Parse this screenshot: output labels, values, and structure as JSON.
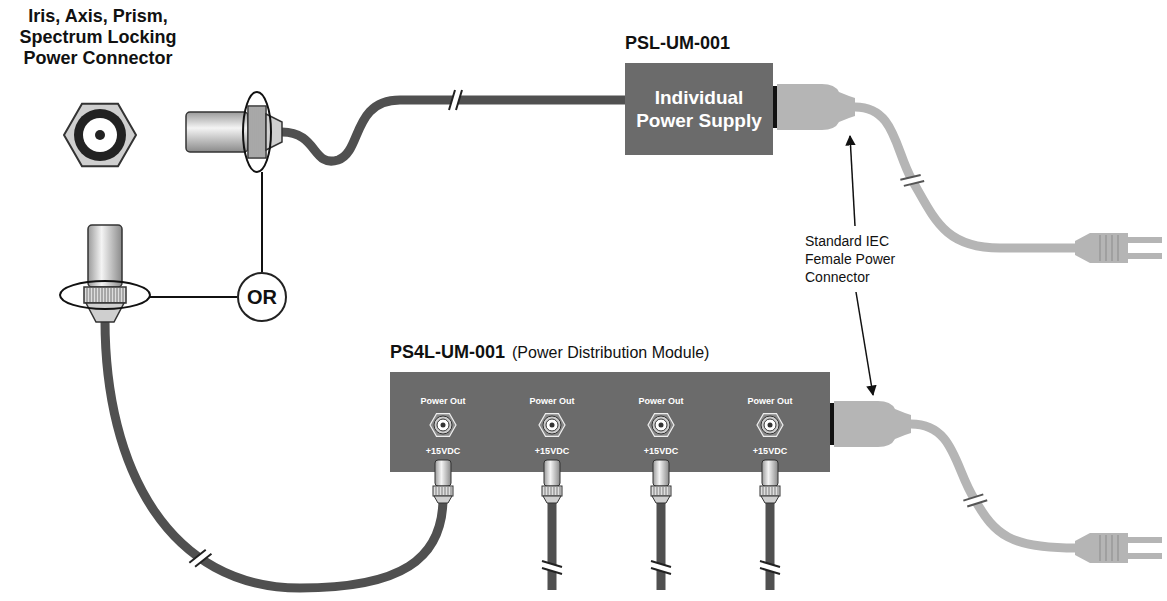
{
  "diagram": {
    "nodes": [
      {
        "text": [
          "PSL-UM-001",
          "Individual Power Supply"
        ]
      },
      {
        "text": [
          "OR"
        ]
      },
      {
        "text": [
          "PS4L-UM-001",
          "(Power Distribution Module)"
        ]
      }
    ],
    "labels": [
      "Iris, Axis, Prism, Spectrum Locking Power Connector",
      "Standard IEC Female Power Connector",
      "Power Out",
      "Power Out",
      "Power Out",
      "Power Out",
      "+15VDC",
      "+15VDC",
      "+15VDC",
      "+15VDC"
    ]
  }
}
